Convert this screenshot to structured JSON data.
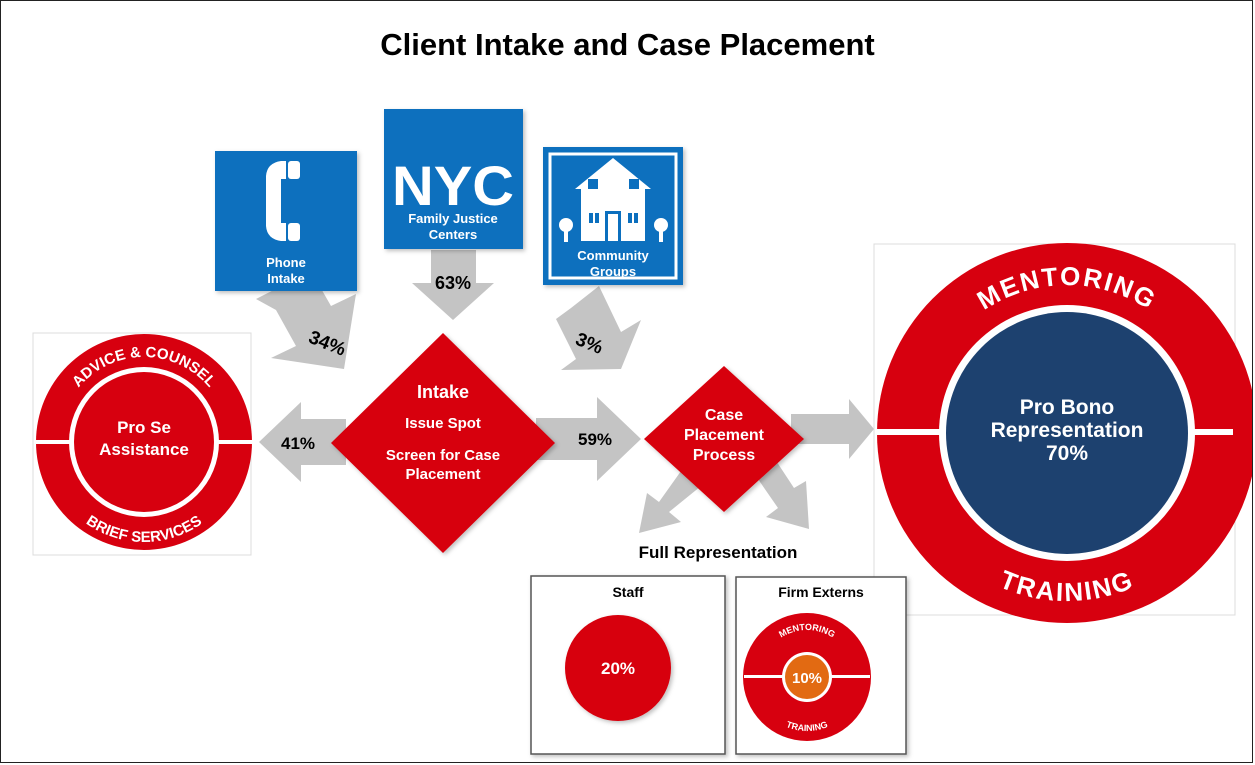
{
  "title": "Client Intake and Case Placement",
  "colors": {
    "red": "#d7000f",
    "blue": "#0b6fbe",
    "navy": "#1d416f",
    "orange": "#e26a12",
    "arrow_gray": "#c4c4c4"
  },
  "sources": {
    "phone": {
      "line1": "Phone",
      "line2": "Intake",
      "icon": "phone-icon",
      "percent": "34%"
    },
    "nyc": {
      "logo": "NYC",
      "line1": "Family Justice",
      "line2": "Centers",
      "icon": "nyc-logo",
      "percent": "63%"
    },
    "community": {
      "line1": "Community",
      "line2": "Groups",
      "icon": "house-icon",
      "percent": "3%"
    }
  },
  "intake": {
    "title": "Intake",
    "line1": "Issue Spot",
    "line2": "Screen for Case",
    "line3": "Placement"
  },
  "pro_se": {
    "percent": "41%",
    "ring_top": "ADVICE & COUNSEL",
    "ring_bottom": "BRIEF SERVICES",
    "line1": "Pro Se",
    "line2": "Assistance"
  },
  "case_placement": {
    "percent": "59%",
    "line1": "Case",
    "line2": "Placement",
    "line3": "Process"
  },
  "pro_bono": {
    "ring_top": "MENTORING",
    "ring_bottom": "TRAINING",
    "line1": "Pro Bono",
    "line2": "Representation",
    "line3": "70%"
  },
  "full_representation": {
    "label": "Full Representation",
    "staff": {
      "label": "Staff",
      "percent": "20%"
    },
    "externs": {
      "label": "Firm Externs",
      "ring_top": "MENTORING",
      "ring_bottom": "TRAINING",
      "percent": "10%"
    }
  }
}
